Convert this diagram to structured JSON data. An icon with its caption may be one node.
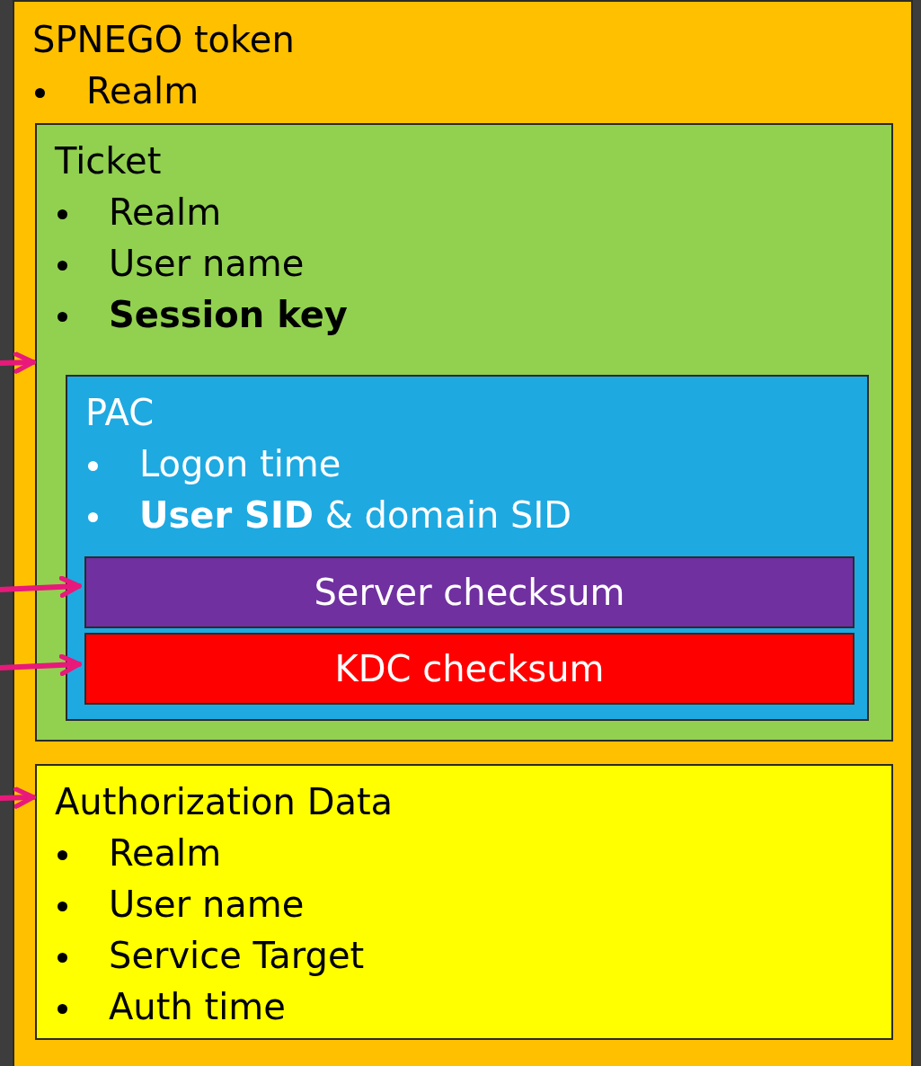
{
  "diagram": {
    "nodes": [
      {
        "text": [
          "SPNEGO token",
          "Realm"
        ]
      },
      {
        "text": [
          "Ticket",
          "Realm",
          "User name",
          "**Session key**"
        ],
        "in": 0
      },
      {
        "text": [
          "PAC",
          "Logon time",
          "**User SID** & domain SID"
        ],
        "in": 1
      },
      {
        "text": [
          "Server checksum"
        ],
        "in": 2
      },
      {
        "text": [
          "KDC checksum"
        ],
        "in": 2
      },
      {
        "text": [
          "Authorization Data",
          "Realm",
          "User name",
          "Service Target",
          "Auth time"
        ],
        "in": 0
      }
    ],
    "edges": [
      {
        "from": null,
        "to": 1,
        "arrow": "to"
      },
      {
        "from": null,
        "to": 3,
        "arrow": "to"
      },
      {
        "from": null,
        "to": 4,
        "arrow": "to"
      },
      {
        "from": null,
        "to": 5,
        "arrow": "to"
      }
    ]
  }
}
